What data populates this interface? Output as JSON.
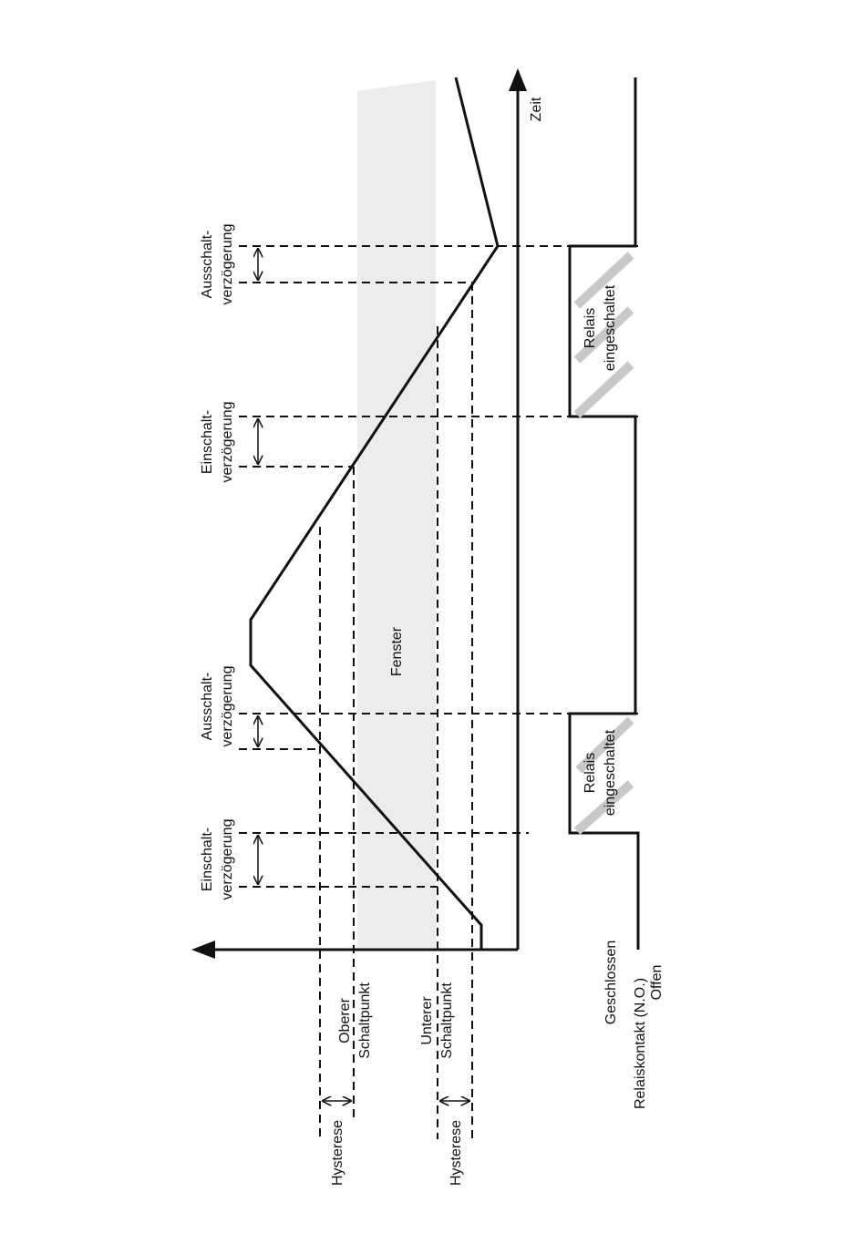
{
  "labels": {
    "zeit": "Zeit",
    "fenster": "Fenster",
    "einschalt_line1": "Einschalt-",
    "einschalt_line2": "verzögerung",
    "ausschalt_line1": "Ausschalt-",
    "ausschalt_line2": "verzögerung",
    "relais_line1": "Relais",
    "relais_line2": "eingeschaltet",
    "oberer_line1": "Oberer",
    "oberer_line2": "Schaltpunkt",
    "unterer_line1": "Unterer",
    "unterer_line2": "Schaltpunkt",
    "hysterese": "Hysterese",
    "geschlossen": "Geschlossen",
    "relaiskontakt": "Relaiskontakt (N.O.)",
    "offen": "Offen"
  },
  "colors": {
    "line": "#111111",
    "window_fill": "#ececec",
    "hatch": "#c8c8c8"
  }
}
